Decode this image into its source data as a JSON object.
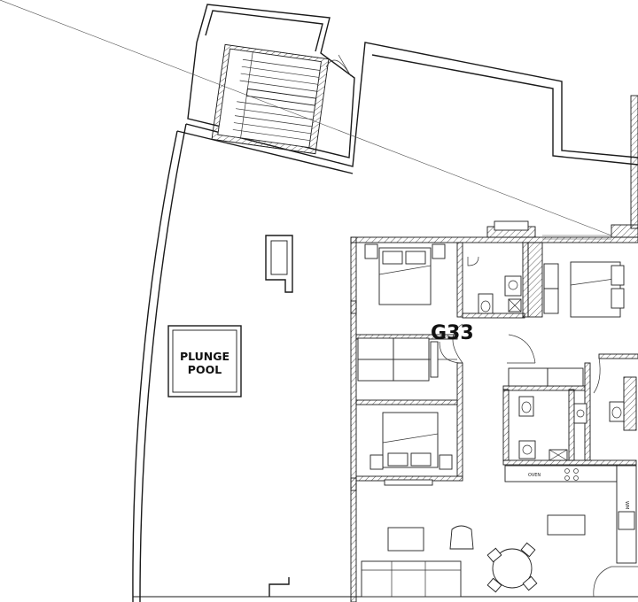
{
  "unit": {
    "name": "G33"
  },
  "pool": {
    "line1": "PLUNGE",
    "line2": "POOL"
  },
  "appliances": {
    "oven": "OVEN",
    "washing_machine": "WM"
  }
}
